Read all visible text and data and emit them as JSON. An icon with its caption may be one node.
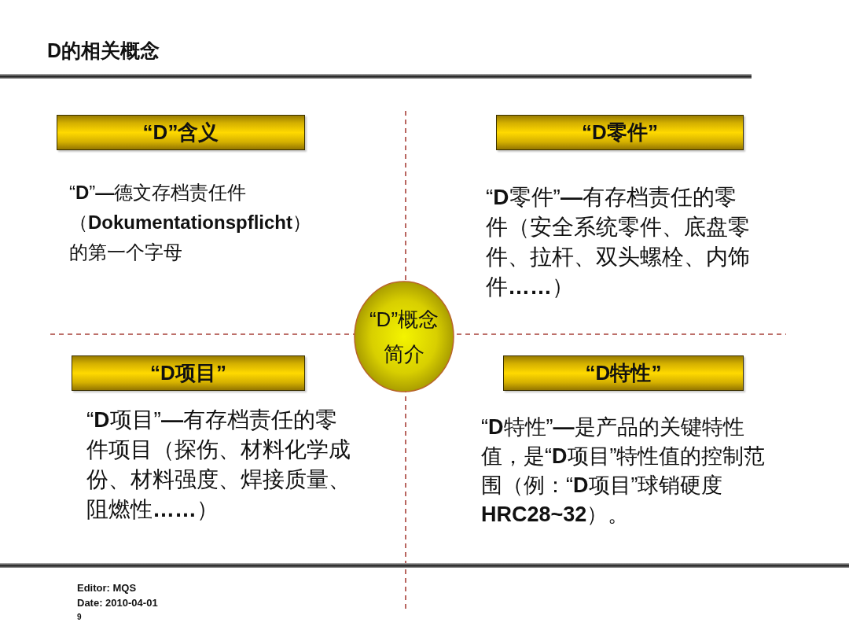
{
  "diagram": {
    "title": "D的相关概念",
    "nodes": [
      {
        "text": [
          "“D”含义"
        ],
        "beside": [
          "“**D**”**—**德文存档责任件（**Dokumentationspflicht**）的第一个字母"
        ]
      },
      {
        "text": [
          "“D零件”"
        ],
        "beside": [
          "“**D**零件”**—**有存档责任的零件（安全系统零件、底盘零件、拉杆、双头螺栓、内饰件**……**）"
        ]
      },
      {
        "text": [
          "“D”概念简介"
        ]
      },
      {
        "text": [
          "“D项目”"
        ],
        "beside": [
          "“**D**项目”**—**有存档责任的零件项目（探伤、材料化学成份、材料强度、焊接质量、阻燃性**……**）"
        ]
      },
      {
        "text": [
          "“D特性”"
        ],
        "beside": [
          "“**D**特性”**—**是产品的关键特性值，是“**D**项目”特性值的控制范围（例：“**D**项目”球销硬度**HRC28~32**）。"
        ]
      }
    ],
    "labels": [
      "Editor: MQS",
      "Date: 2010-04-01",
      "9"
    ]
  }
}
